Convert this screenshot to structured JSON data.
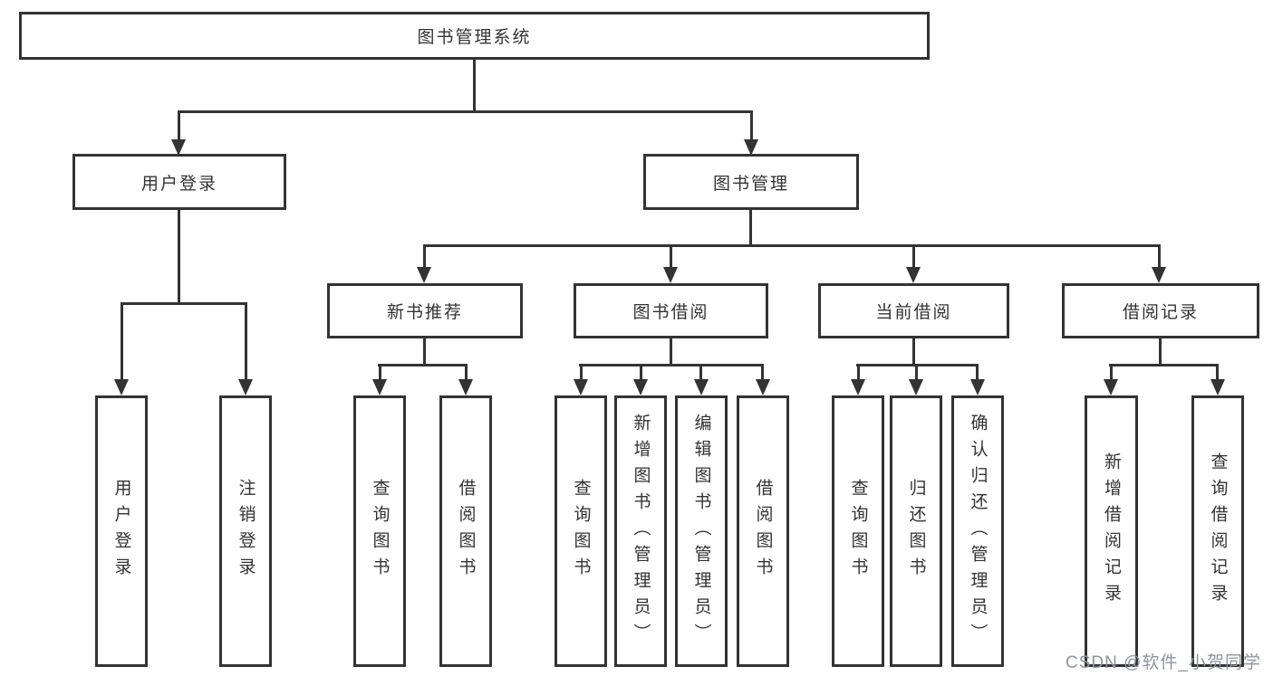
{
  "tree": {
    "root": {
      "label": "图书管理系统"
    },
    "user_login_branch": {
      "label": "用户登录",
      "children": [
        {
          "label": "用户登录"
        },
        {
          "label": "注销登录"
        }
      ]
    },
    "book_mgmt_branch": {
      "label": "图书管理",
      "sections": [
        {
          "label": "新书推荐",
          "children": [
            {
              "label": "查询图书"
            },
            {
              "label": "借阅图书"
            }
          ]
        },
        {
          "label": "图书借阅",
          "children": [
            {
              "label": "查询图书"
            },
            {
              "label": "新增图书（管理员）"
            },
            {
              "label": "编辑图书（管理员）"
            },
            {
              "label": "借阅图书"
            }
          ]
        },
        {
          "label": "当前借阅",
          "children": [
            {
              "label": "查询图书"
            },
            {
              "label": "归还图书"
            },
            {
              "label": "确认归还（管理员）"
            }
          ]
        },
        {
          "label": "借阅记录",
          "children": [
            {
              "label": "新增借阅记录"
            },
            {
              "label": "查询借阅记录"
            }
          ]
        }
      ]
    }
  },
  "watermark": {
    "text": "CSDN @软件_小贺同学"
  },
  "colors": {
    "line": "#333333",
    "box_border": "#333333",
    "text": "#333333",
    "watermark": "#90939a",
    "background": "#ffffff"
  }
}
